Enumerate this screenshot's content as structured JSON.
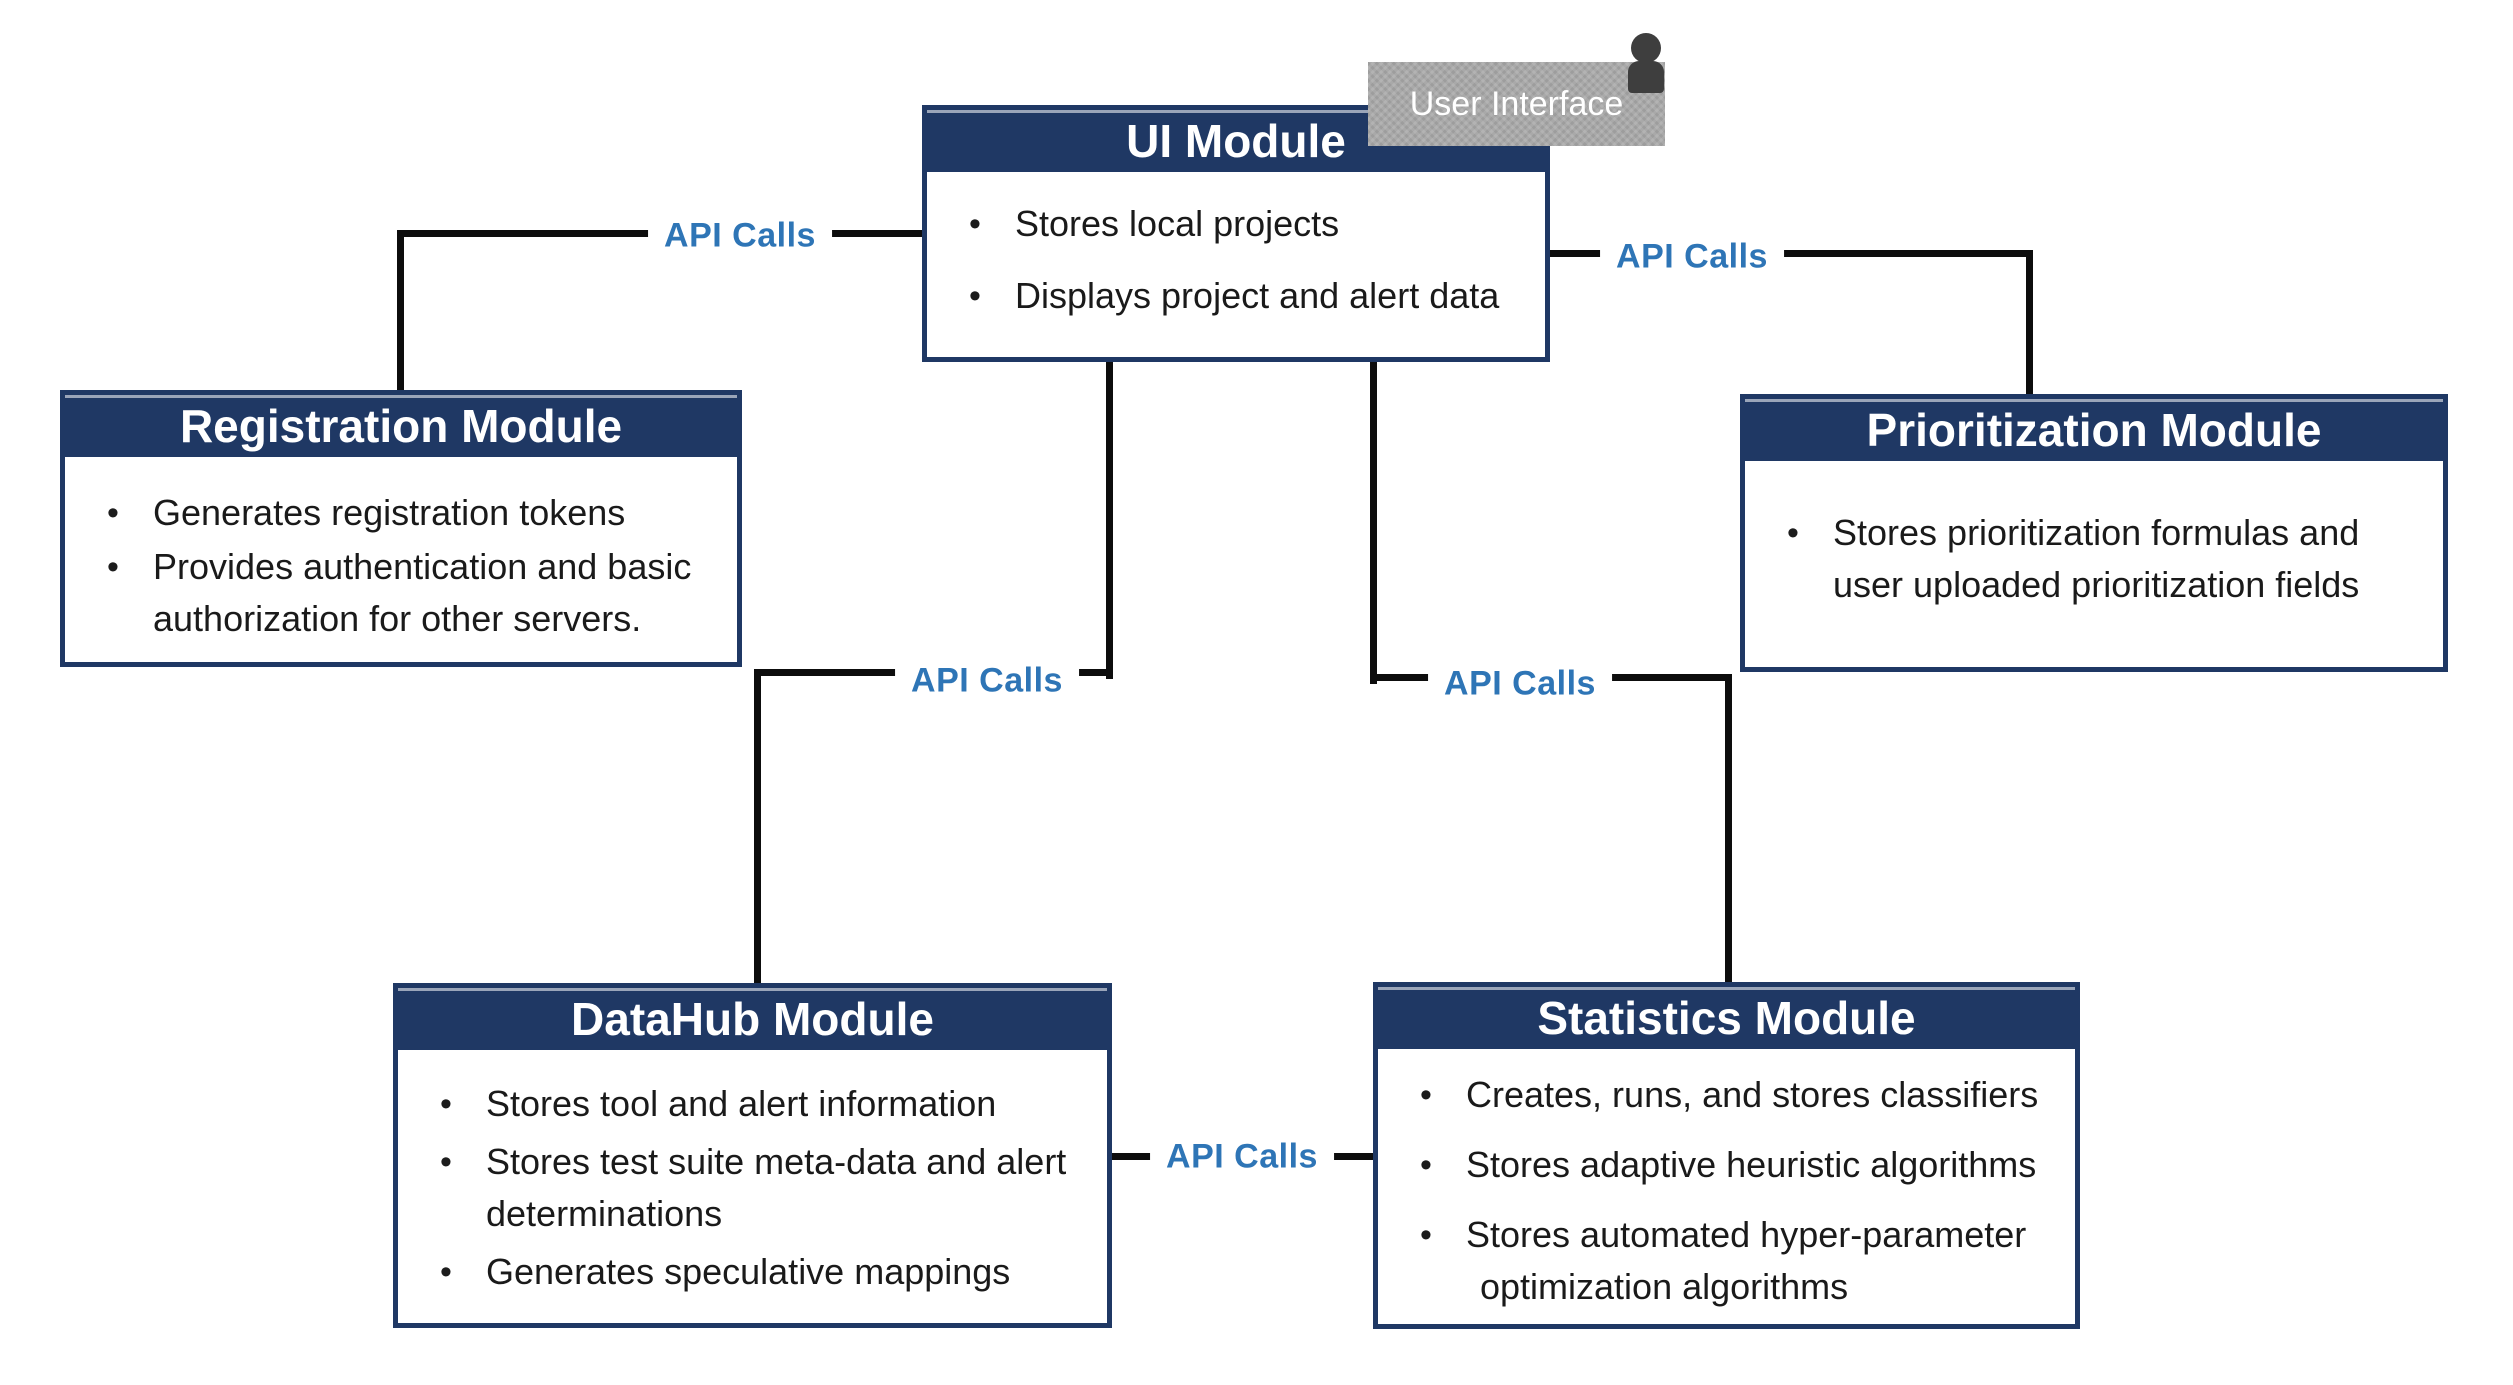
{
  "modules": {
    "ui": {
      "title": "UI Module",
      "bullets": [
        [
          "Stores local projects"
        ],
        [
          "Displays project and alert data"
        ]
      ]
    },
    "registration": {
      "title": "Registration Module",
      "bullets": [
        [
          "Generates registration tokens"
        ],
        [
          "Provides authentication and basic",
          "authorization for other servers."
        ]
      ]
    },
    "prioritization": {
      "title": "Prioritization Module",
      "bullets": [
        [
          "Stores prioritization formulas and",
          "user uploaded prioritization fields"
        ]
      ]
    },
    "datahub": {
      "title": "DataHub Module",
      "bullets": [
        [
          "Stores tool and alert information"
        ],
        [
          "Stores test suite meta-data and alert",
          "determinations"
        ],
        [
          "Generates speculative mappings"
        ]
      ]
    },
    "statistics": {
      "title": "Statistics Module",
      "bullets": [
        [
          "Creates, runs, and stores classifiers"
        ],
        [
          "Stores adaptive heuristic algorithms"
        ],
        [
          "Stores automated hyper-parameter",
          "optimization algorithms"
        ]
      ]
    }
  },
  "actor": {
    "label": "User Interface"
  },
  "connectors": {
    "registration_ui": {
      "label": "API Calls"
    },
    "ui_prioritization": {
      "label": "API Calls"
    },
    "ui_datahub": {
      "label": "API Calls"
    },
    "ui_statistics": {
      "label": "API Calls"
    },
    "datahub_statistics": {
      "label": "API Calls"
    }
  },
  "colors": {
    "header_navy": "#1F3864",
    "line_black": "#0d0d0d",
    "api_blue": "#2E75B6",
    "actor_gray": "#A9A9A9",
    "icon_gray": "#3E3E3E",
    "text_dark": "#1a1a1a"
  }
}
